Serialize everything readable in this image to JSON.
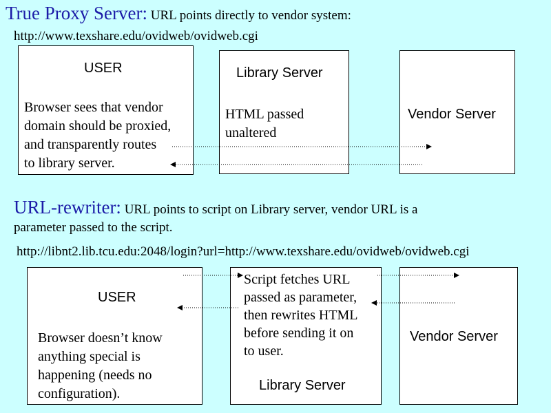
{
  "section1": {
    "heading": "True Proxy Server:",
    "subheading": " URL points directly to vendor system:",
    "url": "http://www.texshare.edu/ovidweb/ovidweb.cgi",
    "user_box": {
      "title": "USER",
      "lines": [
        "Browser sees that vendor",
        "domain should be proxied,",
        "and transparently routes",
        "to library server."
      ]
    },
    "library_box": {
      "title": "Library Server",
      "lines": [
        "HTML passed",
        "unaltered"
      ]
    },
    "vendor_box": {
      "title": "Vendor Server"
    }
  },
  "section2": {
    "heading": "URL-rewriter:",
    "subheading": " URL points to script on Library server, vendor URL is a",
    "subheading2": "parameter passed to the script.",
    "url": "http://libnt2.lib.tcu.edu:2048/login?url=http://www.texshare.edu/ovidweb/ovidweb.cgi",
    "user_box": {
      "title": "USER",
      "lines": [
        "Browser doesn’t know",
        "anything special is",
        "happening (needs no",
        "configuration)."
      ]
    },
    "library_box": {
      "title": "Library Server",
      "lines": [
        "Script fetches URL",
        "passed as parameter,",
        "then rewrites HTML",
        "before sending it on",
        "to user."
      ]
    },
    "vendor_box": {
      "title": "Vendor Server"
    }
  },
  "colors": {
    "background": "#ccffff",
    "heading": "#1c1ca8",
    "box": "#ffffff"
  }
}
